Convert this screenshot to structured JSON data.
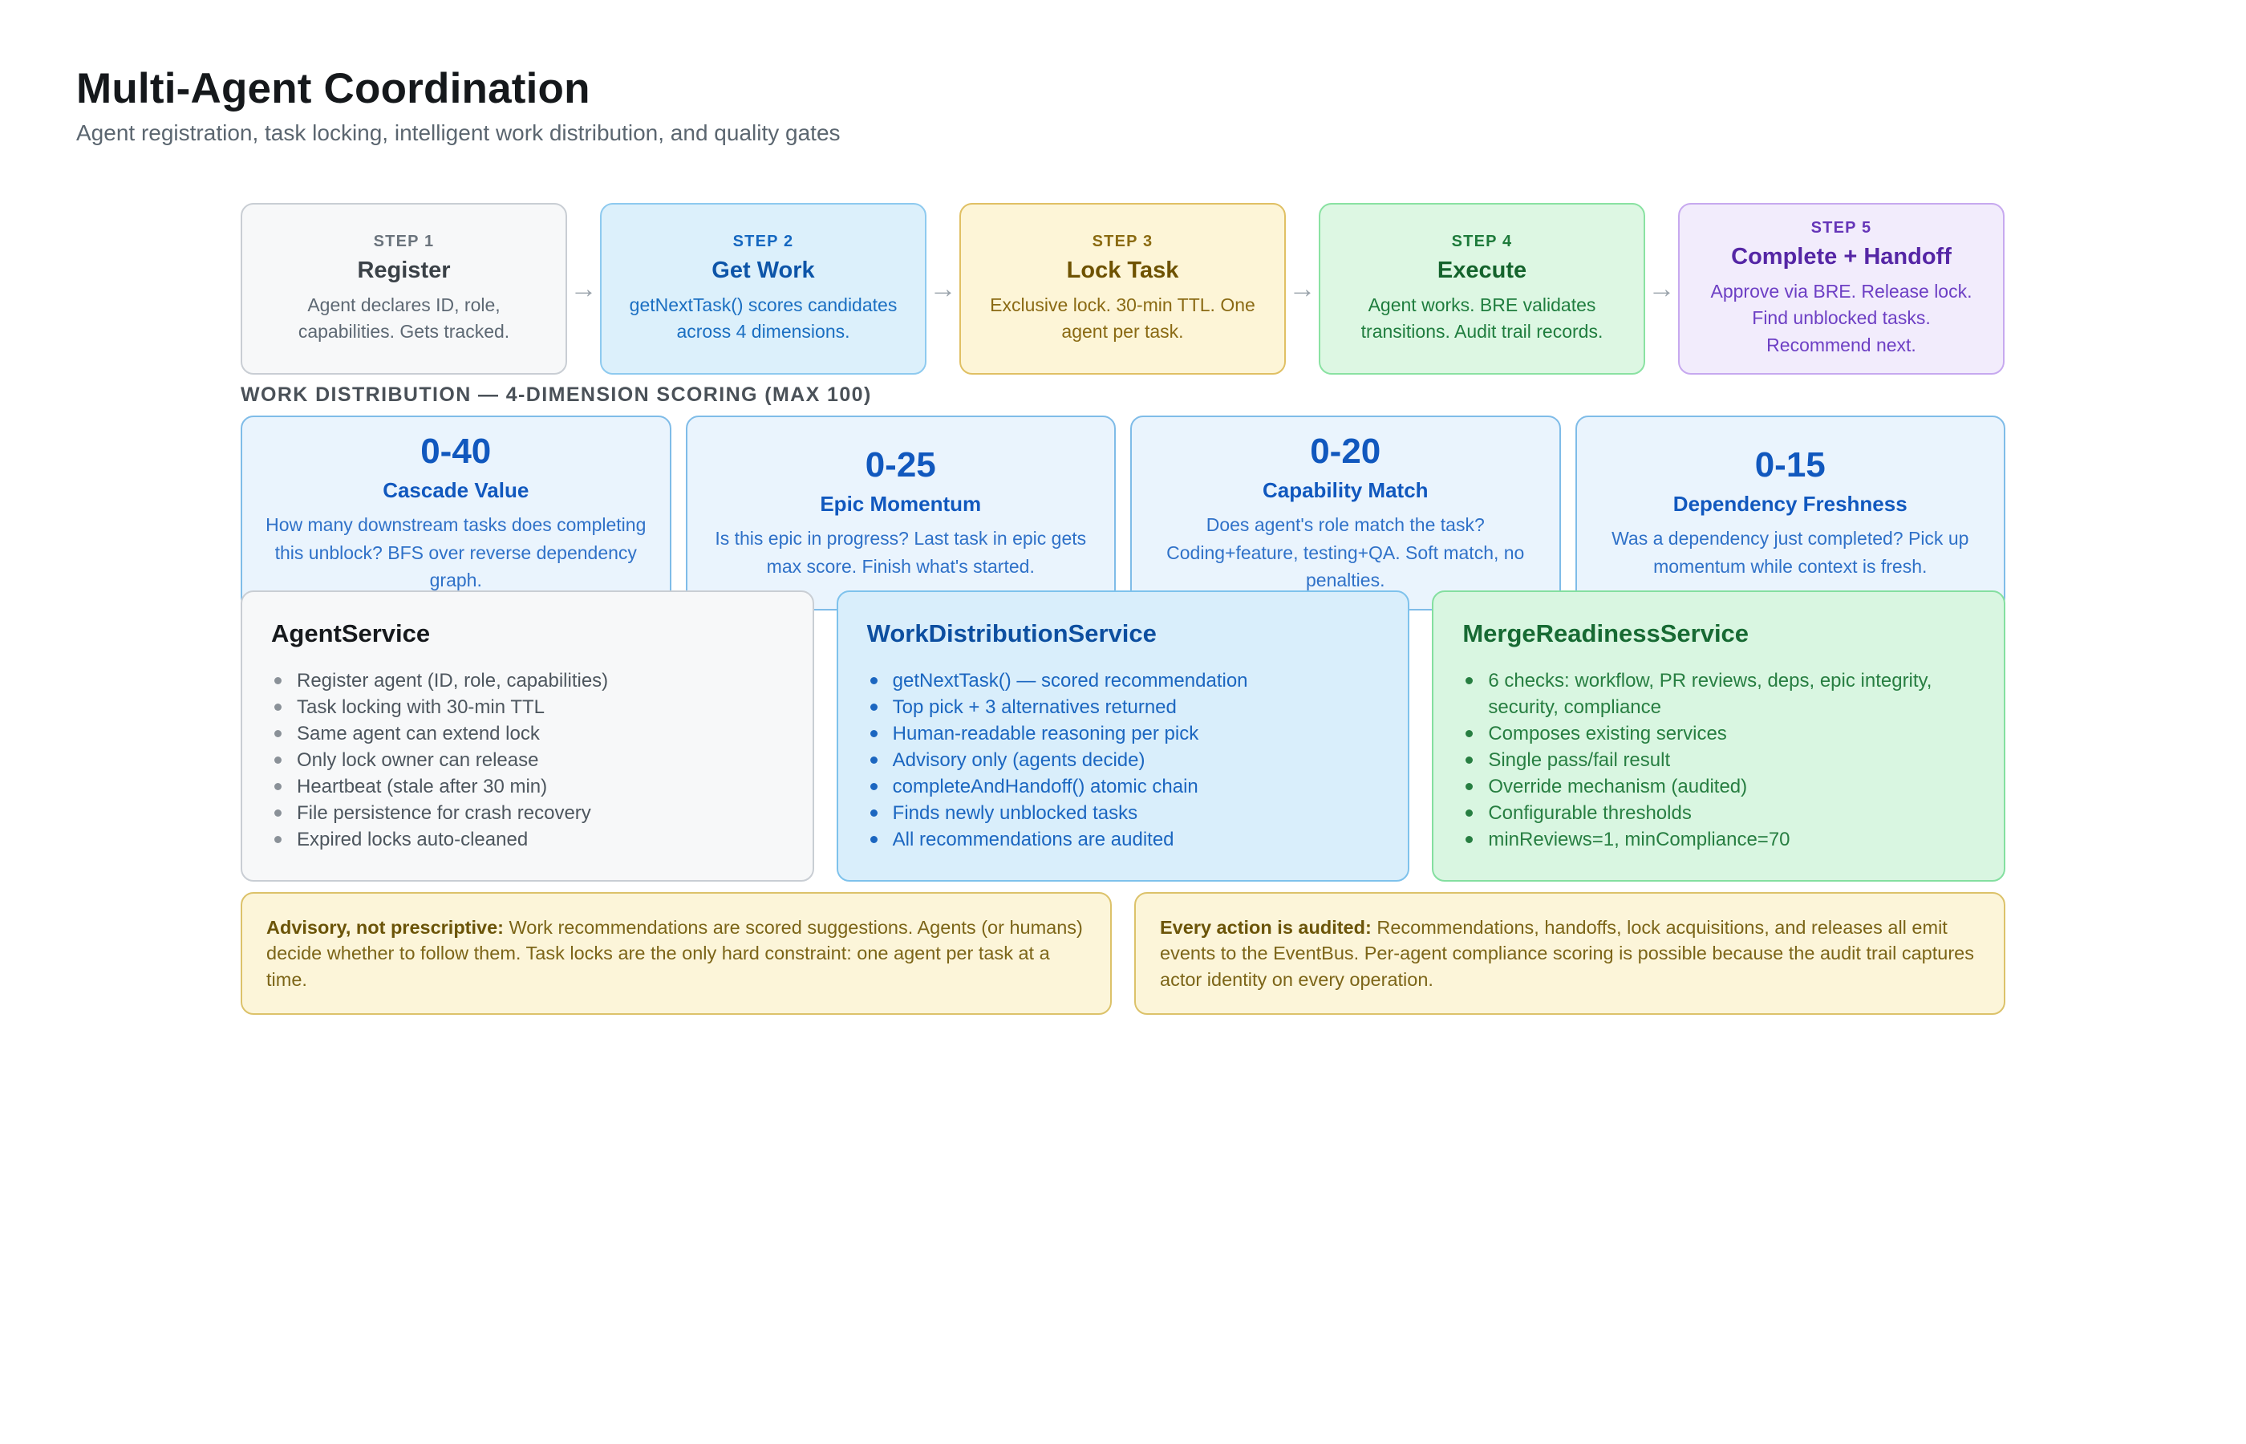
{
  "page": {
    "title": "Multi-Agent Coordination",
    "subtitle": "Agent registration, task locking, intelligent work distribution, and quality gates"
  },
  "glyphs": {
    "arrow": "→"
  },
  "colors": {
    "step_register": {
      "bg": "#f7f8f9",
      "border": "#c9ced4",
      "text": "#4a545e"
    },
    "step_get_work": {
      "bg": "#dcf0fb",
      "border": "#8ecaef",
      "text": "#1467c0"
    },
    "step_lock_task": {
      "bg": "#fdf5d7",
      "border": "#e0c064",
      "text": "#86660e"
    },
    "step_execute": {
      "bg": "#ddf7e3",
      "border": "#8ae2a2",
      "text": "#1d7a3a"
    },
    "step_complete": {
      "bg": "#f2ecfc",
      "border": "#c7a9ef",
      "text": "#6539b8"
    },
    "scoring_card": {
      "bg": "#eaf4fd",
      "border": "#7fbce8",
      "text": "#1158be"
    },
    "service_agent": {
      "bg": "#f7f8f9",
      "border": "#c9ced4"
    },
    "service_work_distribution": {
      "bg": "#d9eefb",
      "border": "#7ec2ec"
    },
    "service_merge_readiness": {
      "bg": "#d9f6e1",
      "border": "#84dfa0"
    },
    "note_box": {
      "bg": "#fcf5d9",
      "border": "#dcc26a",
      "text": "#7c6518"
    }
  },
  "steps": [
    {
      "label": "STEP 1",
      "title": "Register",
      "desc": "Agent declares ID, role, capabilities. Gets tracked."
    },
    {
      "label": "STEP 2",
      "title": "Get Work",
      "desc": "getNextTask() scores candidates across 4 dimensions."
    },
    {
      "label": "STEP 3",
      "title": "Lock Task",
      "desc": "Exclusive lock. 30-min TTL. One agent per task."
    },
    {
      "label": "STEP 4",
      "title": "Execute",
      "desc": "Agent works. BRE validates transitions. Audit trail records."
    },
    {
      "label": "STEP 5",
      "title": "Complete + Handoff",
      "desc": "Approve via BRE. Release lock. Find unblocked tasks. Recommend next."
    }
  ],
  "scoring": {
    "heading": "WORK DISTRIBUTION — 4-DIMENSION SCORING (MAX 100)",
    "cards": [
      {
        "range": "0-40",
        "title": "Cascade Value",
        "desc": "How many downstream tasks does completing this unblock? BFS over reverse dependency graph."
      },
      {
        "range": "0-25",
        "title": "Epic Momentum",
        "desc": "Is this epic in progress? Last task in epic gets max score. Finish what's started."
      },
      {
        "range": "0-20",
        "title": "Capability Match",
        "desc": "Does agent's role match the task? Coding+feature, testing+QA. Soft match, no penalties."
      },
      {
        "range": "0-15",
        "title": "Dependency Freshness",
        "desc": "Was a dependency just completed? Pick up momentum while context is fresh."
      }
    ]
  },
  "services": [
    {
      "name": "AgentService",
      "items": [
        "Register agent (ID, role, capabilities)",
        "Task locking with 30-min TTL",
        "Same agent can extend lock",
        "Only lock owner can release",
        "Heartbeat (stale after 30 min)",
        "File persistence for crash recovery",
        "Expired locks auto-cleaned"
      ]
    },
    {
      "name": "WorkDistributionService",
      "items": [
        "getNextTask() — scored recommendation",
        "Top pick + 3 alternatives returned",
        "Human-readable reasoning per pick",
        "Advisory only (agents decide)",
        "completeAndHandoff() atomic chain",
        "Finds newly unblocked tasks",
        "All recommendations are audited"
      ]
    },
    {
      "name": "MergeReadinessService",
      "items": [
        "6 checks: workflow, PR reviews, deps, epic integrity, security, compliance",
        "Composes existing services",
        "Single pass/fail result",
        "Override mechanism (audited)",
        "Configurable thresholds",
        "minReviews=1, minCompliance=70"
      ]
    }
  ],
  "notes": [
    {
      "lead": "Advisory, not prescriptive:",
      "body": "Work recommendations are scored suggestions. Agents (or humans) decide whether to follow them. Task locks are the only hard constraint: one agent per task at a time."
    },
    {
      "lead": "Every action is audited:",
      "body": "Recommendations, handoffs, lock acquisitions, and releases all emit events to the EventBus. Per-agent compliance scoring is possible because the audit trail captures actor identity on every operation."
    }
  ]
}
